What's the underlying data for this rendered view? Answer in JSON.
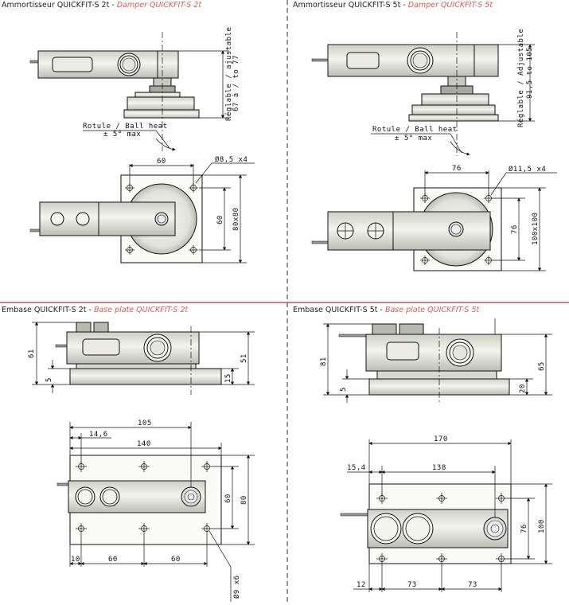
{
  "captions": {
    "q1": {
      "main": "Ammortisseur QUICKFIT-S 2t",
      "sub": "Damper QUICKFIT-S 2t"
    },
    "q2": {
      "main": "Ammortisseur QUICKFIT-S 5t",
      "sub": "Damper QUICKFIT-S 5t"
    },
    "q3": {
      "main": "Embase QUICKFIT-S 2t",
      "sub": "Base plate QUICKFIT-S 2t"
    },
    "q4": {
      "main": "Embase QUICKFIT-S 5t",
      "sub": "Base plate QUICKFIT-S 5t"
    }
  },
  "q1": {
    "adjust_line1": "Réglable / ajustable",
    "adjust_line2": "67 à / to 77",
    "ball_line1": "Rotule / Ball heat",
    "ball_line2": "± 5° max",
    "dim_60": "60",
    "dim_hole": "Ø8,5 x4",
    "dim_60v": "60",
    "dim_80x80": "80x80"
  },
  "q2": {
    "adjust_line1": "Réglable / Adjustable",
    "adjust_line2": "91,5 to 105",
    "ball_line1": "Rotule / Ball heat",
    "ball_line2": "± 5° max",
    "dim_76": "76",
    "dim_hole": "Ø11,5 x4",
    "dim_76v": "76",
    "dim_100x100": "100x100"
  },
  "q3": {
    "dim_61": "61",
    "dim_5": "5",
    "dim_51": "51",
    "dim_15": "15",
    "dim_105": "105",
    "dim_14_6": "14,6",
    "dim_140": "140",
    "dim_60v": "60",
    "dim_80v": "80",
    "dim_10": "10",
    "dim_60a": "60",
    "dim_60b": "60",
    "dim_hole": "Ø9 x6"
  },
  "q4": {
    "dim_81": "81",
    "dim_5": "5",
    "dim_65": "65",
    "dim_20": "20",
    "dim_170": "170",
    "dim_15_4": "15,4",
    "dim_138": "138",
    "dim_76v": "76",
    "dim_100v": "100",
    "dim_12": "12",
    "dim_73a": "73",
    "dim_73b": "73"
  },
  "colors": {
    "divider_red": "#d9262b",
    "text": "#111111",
    "caption_sub": "#e05a5a",
    "metal_light": "#f2f2ee",
    "metal_dark": "#bdbdb6"
  }
}
